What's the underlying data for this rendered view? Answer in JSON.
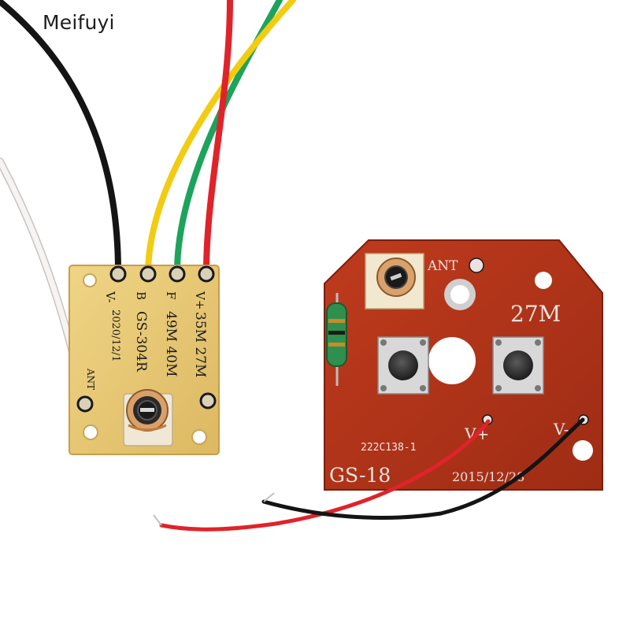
{
  "watermark": {
    "text": "Meifuyi"
  },
  "receiver_board": {
    "pins": [
      "V-",
      "B",
      "F",
      "V+"
    ],
    "freq_line": "35M 27M",
    "model_line": "49M 40M",
    "model": "GS-304R",
    "date": "2020/12/1",
    "ant_label": "ANT",
    "wire_colors": {
      "black": "#141414",
      "yellow": "#f2cc12",
      "green": "#1ea35c",
      "red": "#e0232a",
      "white": "#f3efef"
    },
    "board_color": "#e8c773"
  },
  "transmitter_board": {
    "ant_label": "ANT",
    "freq": "27M",
    "part_code": "222C138-1",
    "vplus": "V+",
    "vminus": "V-",
    "model": "GS-18",
    "date": "2015/12/28",
    "board_color": "#b2341a"
  }
}
